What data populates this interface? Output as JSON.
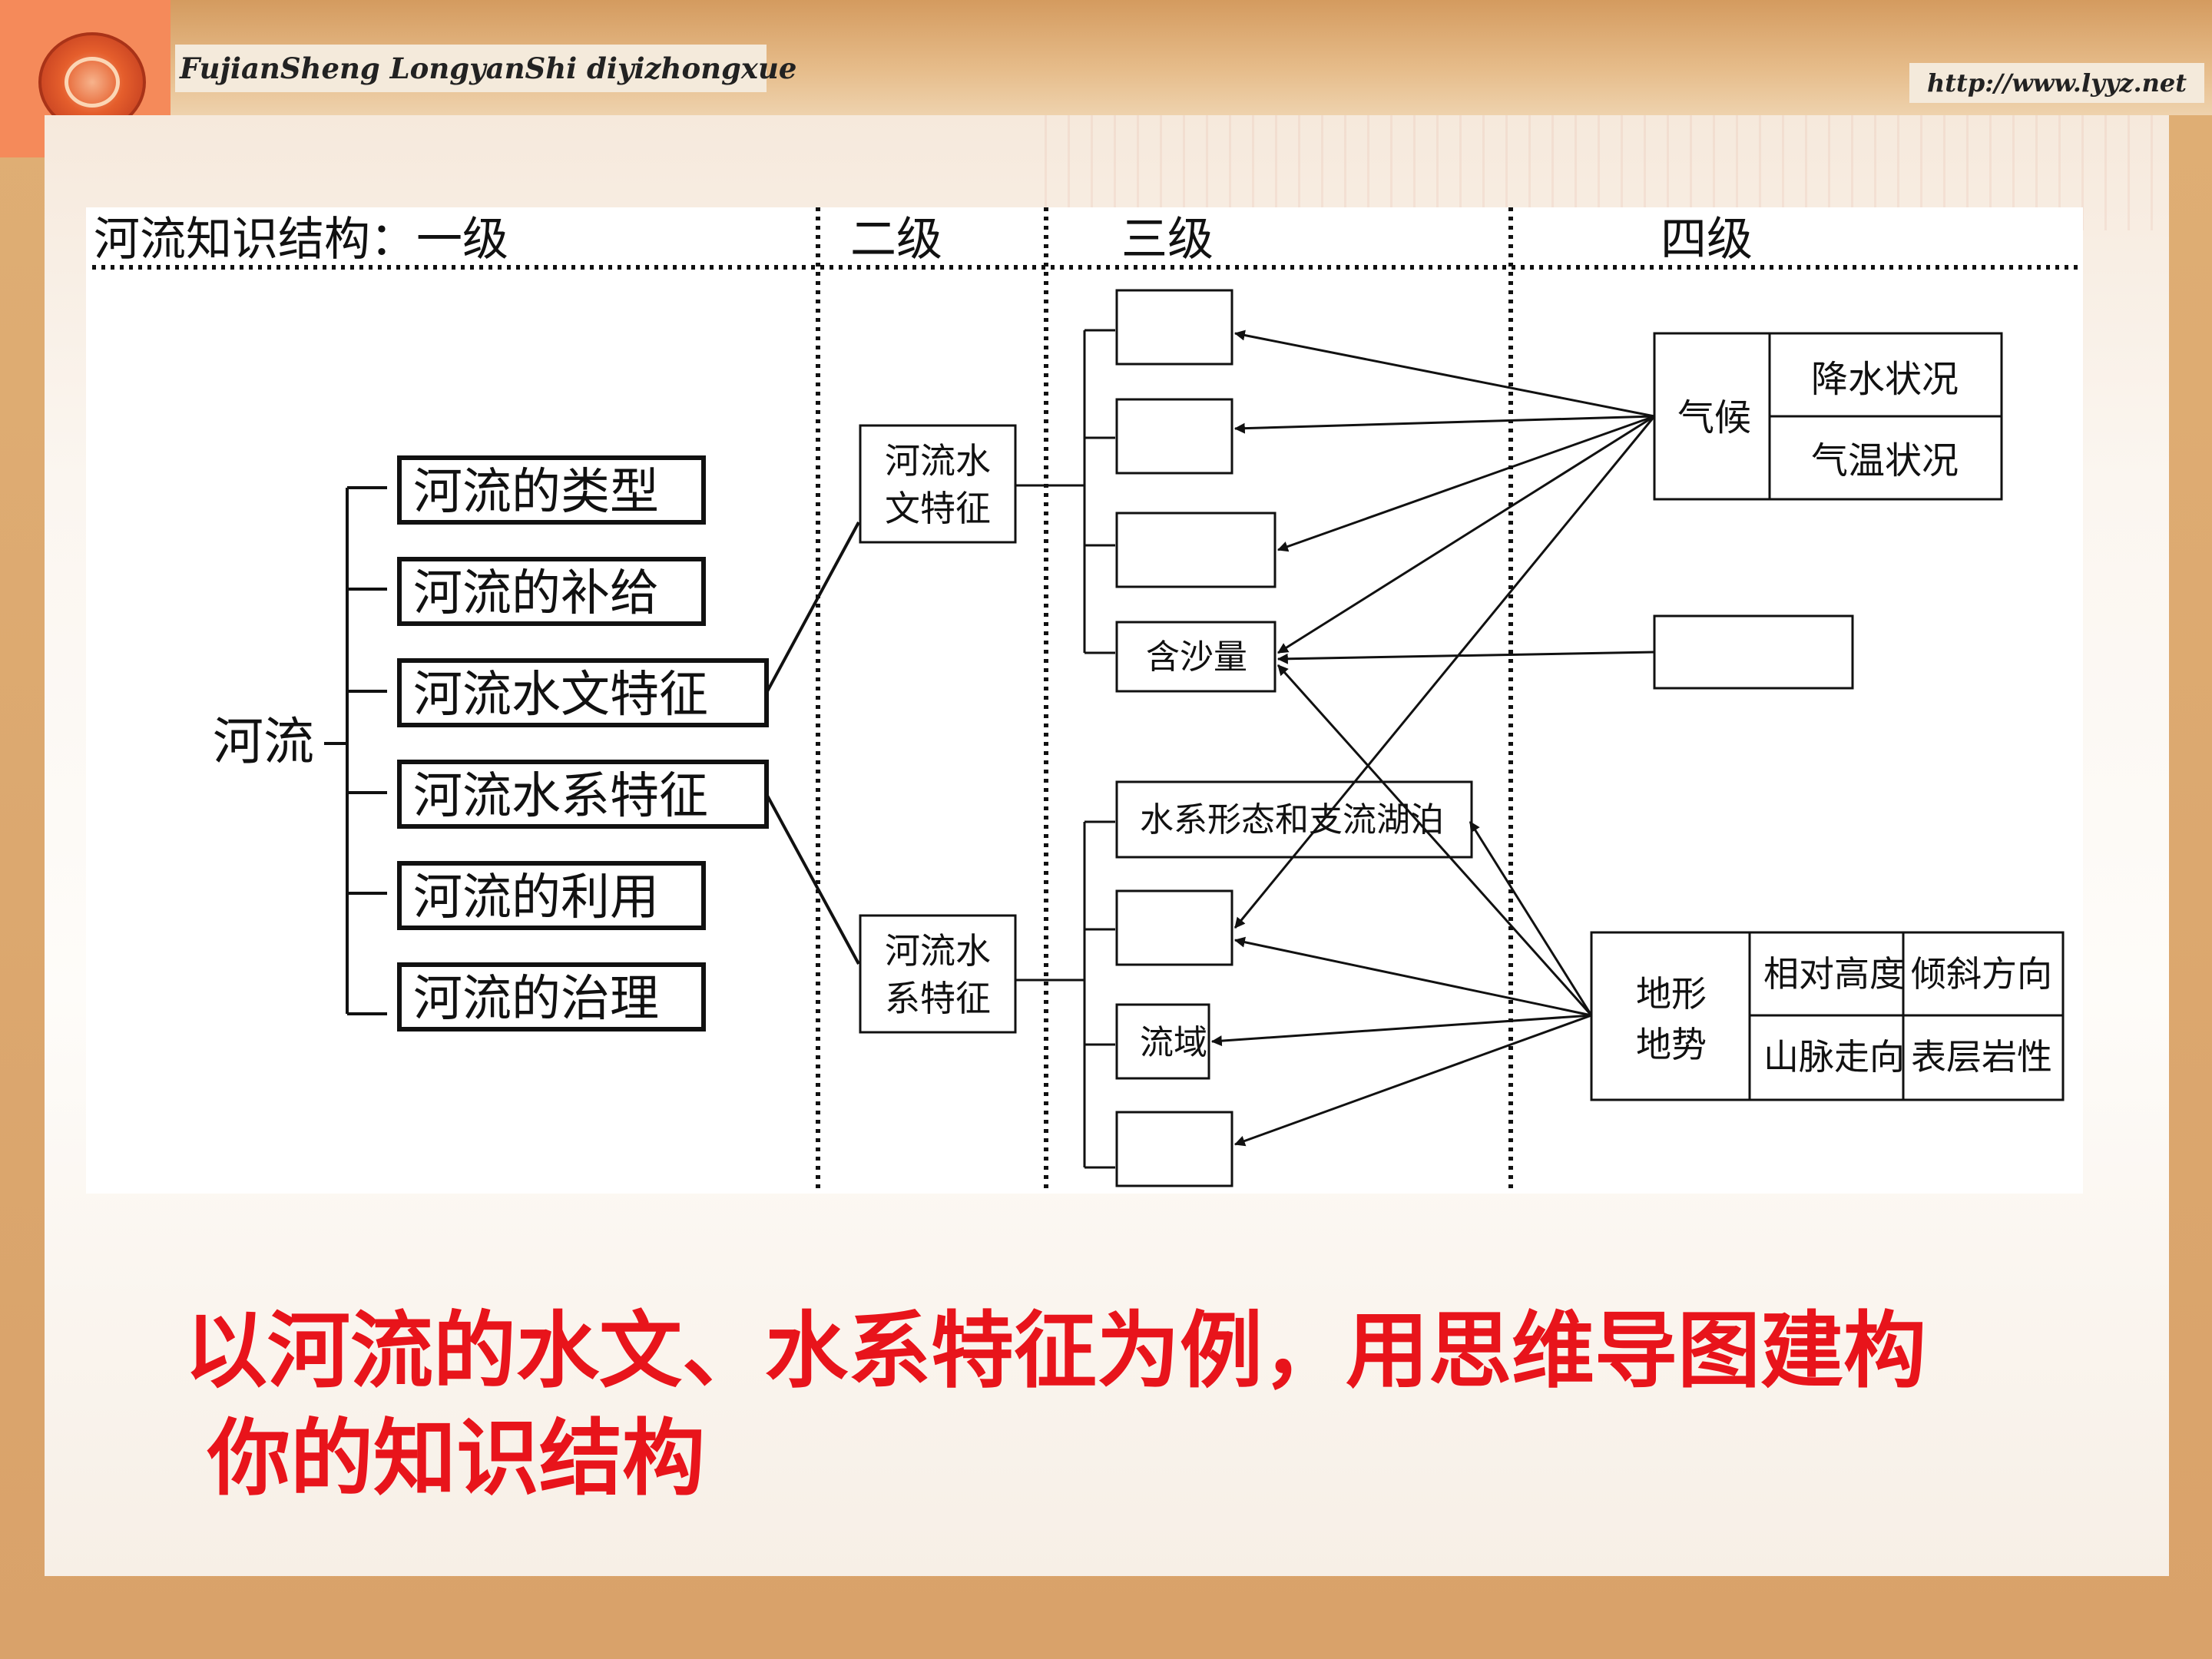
{
  "header": {
    "brand": "FujianSheng LongyanShi diyizhongxue",
    "url": "http://www.lyyz.net"
  },
  "diagram": {
    "columns": {
      "level1": "河流知识结构：一级",
      "level2": "二级",
      "level3": "三级",
      "level4": "四级"
    },
    "root": "河流",
    "level1_items": [
      "河流的类型",
      "河流的补给",
      "河流水文特征",
      "河流水系特征",
      "河流的利用",
      "河流的治理"
    ],
    "hydrology": {
      "label_line1": "河流水",
      "label_line2": "文特征",
      "sediment": "含沙量"
    },
    "drainage": {
      "label_line1": "河流水",
      "label_line2": "系特征",
      "pattern": "水系形态和支流湖泊",
      "basin": "流域"
    },
    "climate": {
      "label": "气候",
      "precipitation": "降水状况",
      "temperature": "气温状况"
    },
    "terrain": {
      "label_line1": "地形",
      "label_line2": "地势",
      "relative_height": "相对高度",
      "slope_direction": "倾斜方向",
      "mountain_trend": "山脉走向",
      "surface_rock": "表层岩性"
    }
  },
  "question": {
    "line1": "以河流的水文、水系特征为例，用思维导图建构",
    "line2": "你的知识结构"
  }
}
